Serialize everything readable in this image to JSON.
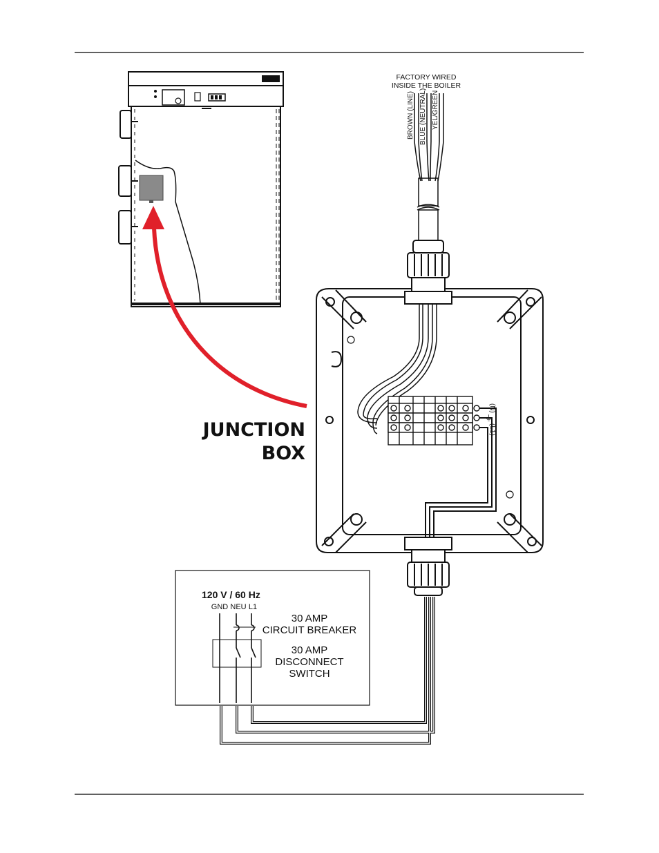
{
  "factory": {
    "line1": "FACTORY WIRED",
    "line2": "INSIDE THE BOILER"
  },
  "wires": {
    "brown": "BROWN (LINE)",
    "blue": "BLUE (NEUTRAL)",
    "yel": "YEL/GREEN"
  },
  "junction": {
    "line1": "JUNCTION",
    "line2": "BOX"
  },
  "terminals": {
    "n": "(N)",
    "gnd": "⏚",
    "l1": "(L1)"
  },
  "supply": {
    "voltage": "120 V / 60 Hz",
    "gnd": "GND",
    "neu": "NEU",
    "l1": "L1",
    "breaker1": "30 AMP",
    "breaker2": "CIRCUIT BREAKER",
    "switch1": "30 AMP",
    "switch2": "DISCONNECT",
    "switch3": "SWITCH"
  },
  "colors": {
    "arrow": "#e0202a",
    "module": "#8a8a8a",
    "ink": "#111111"
  }
}
